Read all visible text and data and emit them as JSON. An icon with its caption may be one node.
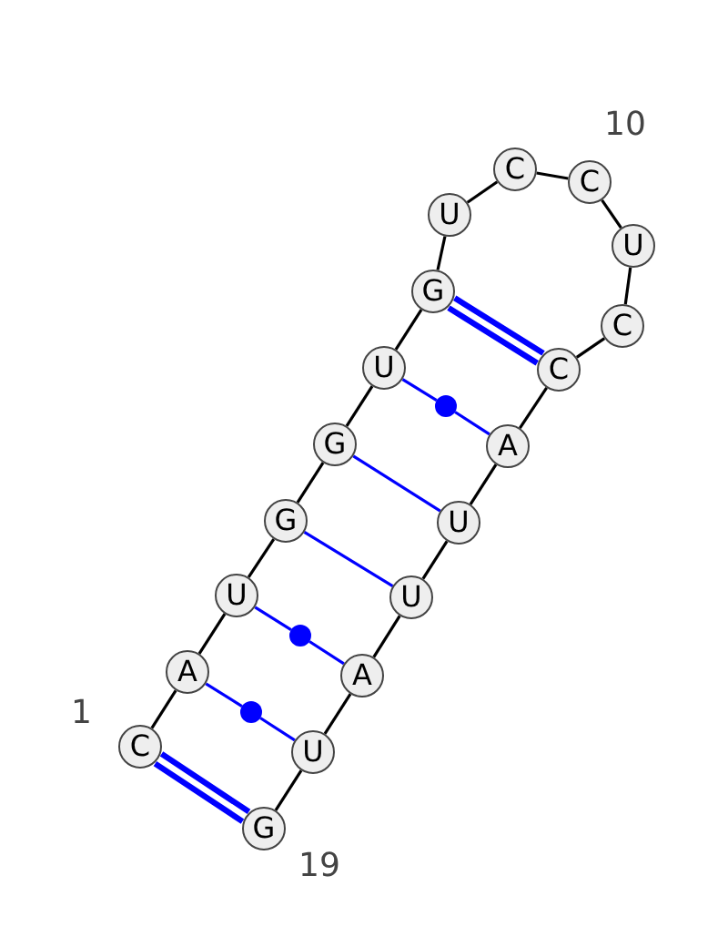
{
  "diagram": {
    "nodes": [
      {
        "text": [
          "C"
        ]
      },
      {
        "text": [
          "A"
        ]
      },
      {
        "text": [
          "U"
        ]
      },
      {
        "text": [
          "G"
        ]
      },
      {
        "text": [
          "G"
        ]
      },
      {
        "text": [
          "U"
        ]
      },
      {
        "text": [
          "G"
        ]
      },
      {
        "text": [
          "U"
        ]
      },
      {
        "text": [
          "C"
        ]
      },
      {
        "text": [
          "C"
        ]
      },
      {
        "text": [
          "U"
        ]
      },
      {
        "text": [
          "C"
        ]
      },
      {
        "text": [
          "C"
        ]
      },
      {
        "text": [
          "A"
        ]
      },
      {
        "text": [
          "U"
        ]
      },
      {
        "text": [
          "U"
        ]
      },
      {
        "text": [
          "A"
        ]
      },
      {
        "text": [
          "U"
        ]
      },
      {
        "text": [
          "G"
        ]
      },
      {
        "text": [],
        "shape": "circle"
      },
      {
        "text": [],
        "shape": "circle"
      },
      {
        "text": [],
        "shape": "circle"
      }
    ],
    "edges": [
      {
        "from": 0,
        "to": 1,
        "arrow": "none"
      },
      {
        "from": 1,
        "to": 2,
        "arrow": "none"
      },
      {
        "from": 2,
        "to": 3,
        "arrow": "none"
      },
      {
        "from": 3,
        "to": 4,
        "arrow": "none"
      },
      {
        "from": 4,
        "to": 5,
        "arrow": "none"
      },
      {
        "from": 5,
        "to": 6,
        "arrow": "none"
      },
      {
        "from": 6,
        "to": 7,
        "arrow": "none"
      },
      {
        "from": 7,
        "to": 8,
        "arrow": "none"
      },
      {
        "from": 8,
        "to": 9,
        "arrow": "none"
      },
      {
        "from": 9,
        "to": 10,
        "arrow": "none"
      },
      {
        "from": 10,
        "to": 11,
        "arrow": "none"
      },
      {
        "from": 11,
        "to": 12,
        "arrow": "none"
      },
      {
        "from": 12,
        "to": 13,
        "arrow": "none"
      },
      {
        "from": 13,
        "to": 14,
        "arrow": "none"
      },
      {
        "from": 14,
        "to": 15,
        "arrow": "none"
      },
      {
        "from": 15,
        "to": 16,
        "arrow": "none"
      },
      {
        "from": 16,
        "to": 17,
        "arrow": "none"
      },
      {
        "from": 17,
        "to": 18,
        "arrow": "none"
      },
      {
        "from": 0,
        "to": 18,
        "arrow": "none",
        "style": "thick",
        "color": "#0000ff"
      },
      {
        "from": 1,
        "to": 21,
        "arrow": "none",
        "color": "#0000ff"
      },
      {
        "from": 21,
        "to": 17,
        "arrow": "none",
        "color": "#0000ff"
      },
      {
        "from": 2,
        "to": 20,
        "arrow": "none",
        "color": "#0000ff"
      },
      {
        "from": 20,
        "to": 16,
        "arrow": "none",
        "color": "#0000ff"
      },
      {
        "from": 3,
        "to": 15,
        "arrow": "none",
        "color": "#0000ff"
      },
      {
        "from": 4,
        "to": 14,
        "arrow": "none",
        "color": "#0000ff"
      },
      {
        "from": 5,
        "to": 19,
        "arrow": "none",
        "color": "#0000ff"
      },
      {
        "from": 19,
        "to": 13,
        "arrow": "none",
        "color": "#0000ff"
      },
      {
        "from": 6,
        "to": 12,
        "arrow": "none",
        "style": "thick",
        "color": "#0000ff"
      }
    ],
    "labels": [
      "10",
      "1",
      "19"
    ]
  }
}
